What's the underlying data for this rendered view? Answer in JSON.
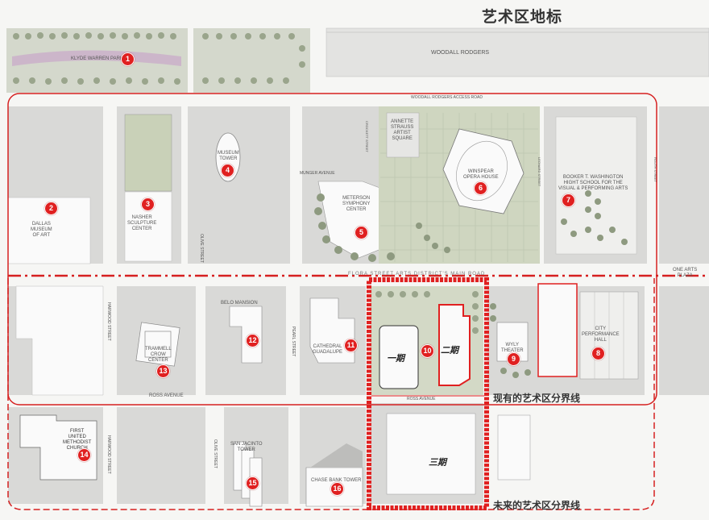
{
  "title": "艺术区地标",
  "boundaries": {
    "current": "现有的艺术区分界线",
    "future": "未来的艺术区分界线"
  },
  "phases": {
    "p1": "一期",
    "p2": "二期",
    "p3": "三期"
  },
  "markers": [
    "1",
    "2",
    "3",
    "4",
    "5",
    "6",
    "7",
    "8",
    "9",
    "10",
    "11",
    "12",
    "13",
    "14",
    "15",
    "16"
  ],
  "streets": {
    "woodall_rodgers": "WOODALL RODGERS",
    "woodall_access": "WOODALL RODGERS ACCESS ROAD",
    "flora": "FLORA STREET ARTS DISTRICT'S MAIN ROAD",
    "ross": "ROSS AVENUE",
    "ross_small": "ROSS AVENUE",
    "harwood_upper": "HARWOOD STREET",
    "harwood_lower": "HARWOOD STREET",
    "olive_upper": "OLIVE STREET",
    "olive_lower": "OLIVE STREET",
    "pearl": "PEARL STREET",
    "crockett": "CROCKETT STREET",
    "leonard": "LEONARD STREET",
    "routh": "ROUTH STREET",
    "munger": "MUNGER AVENUE"
  },
  "places": {
    "klyde": "KLYDE WARREN PARK",
    "dma": "DALLAS\nMUSEUM\nOF ART",
    "nasher": "NASHER\nSCULPTURE\nCENTER",
    "museum_tower": "MUSEUM\nTOWER",
    "meyerson": "METERSON\nSYMPHONY\nCENTER",
    "annette": "ANNETTE\nSTRAUSS\nARTIST\nSQUARE",
    "winspear": "WINSPEAR\nOPERA HOUSE",
    "booker": "BOOKER T. WASHINGTON\nHIGHT SCHOOL FOR THE\nVISUAL & PERFORMING ARTS",
    "one_arts": "ONE ARTS\nPLAZA",
    "belo": "BELO MANSION",
    "trammell": "TRAMMELL\nCROW\nCENTER",
    "cathedral": "CATHEDRAL\nGUADALUPE",
    "wyly": "WYLY\nTHEATER",
    "city_hall": "CITY\nPERFORMANCE\nHALL",
    "first_methodist": "FIRST\nUNITED\nMETHODIST\nCHURCH",
    "san_jacinto": "SAN JACINTO\nTOWER",
    "chase": "CHASE BANK TOWER"
  },
  "colors": {
    "accent_red": "#e02020",
    "boundary_red": "#d62020",
    "block": "#d9d9d7",
    "road": "#f7f7f5",
    "park": "#c9d3b5",
    "tree": "#8e9a80"
  }
}
